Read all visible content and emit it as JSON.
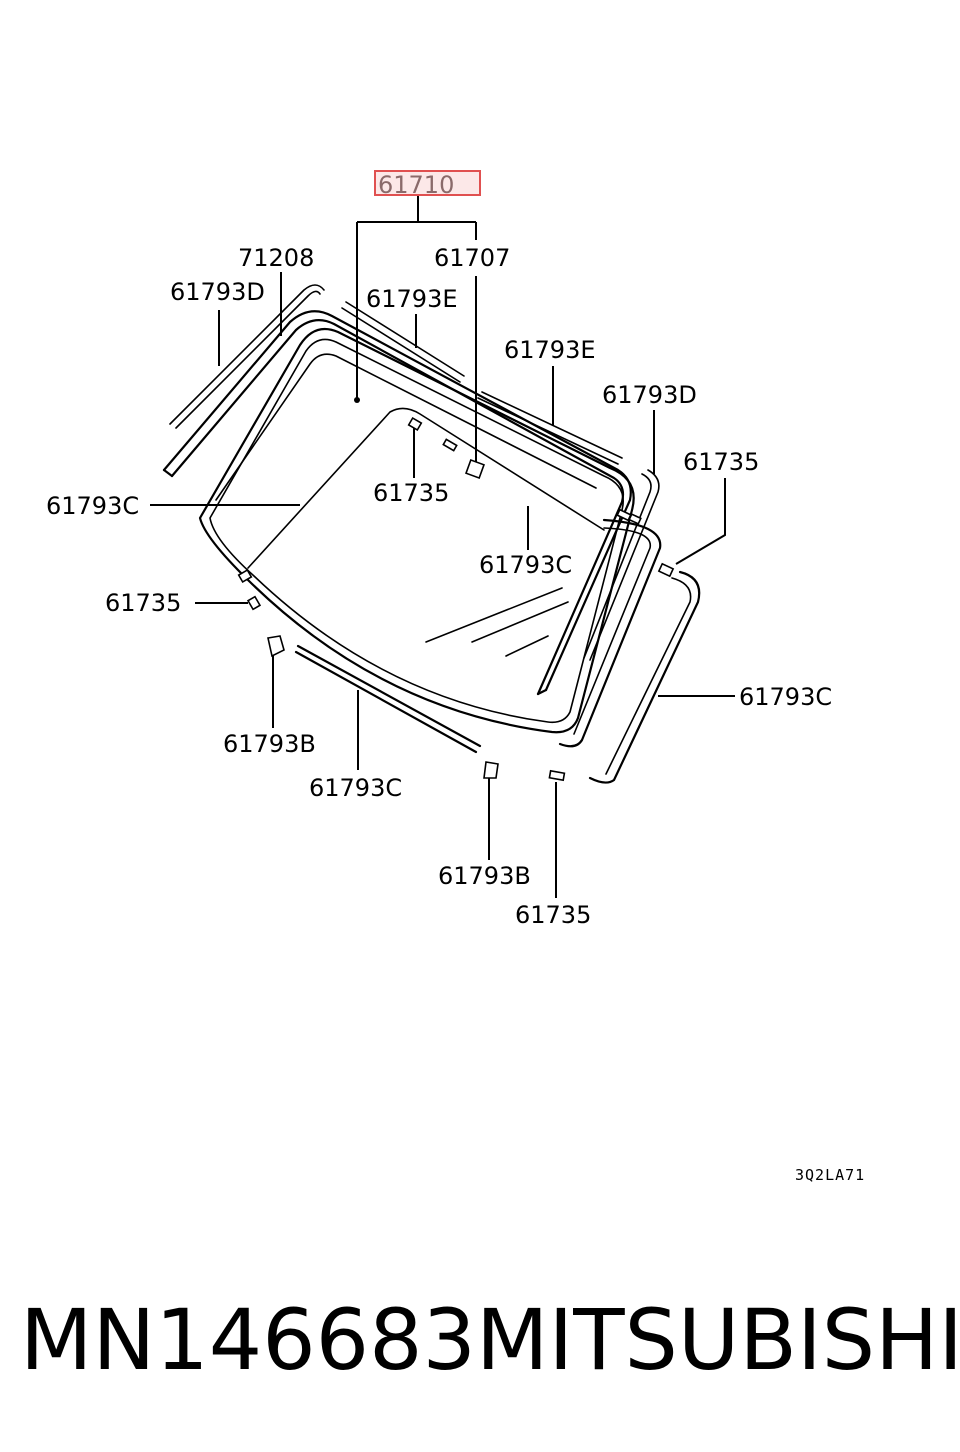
{
  "diagram": {
    "highlighted_callout": "61710",
    "callouts": {
      "c_71208": "71208",
      "c_61707": "61707",
      "c_61793D_left": "61793D",
      "c_61793E_top": "61793E",
      "c_61793E_right": "61793E",
      "c_61793D_right": "61793D",
      "c_61735_right": "61735",
      "c_61735_center": "61735",
      "c_61793C_left": "61793C",
      "c_61793C_center": "61793C",
      "c_61735_left": "61735",
      "c_61793C_right": "61793C",
      "c_61793B_left": "61793B",
      "c_61793C_bottom": "61793C",
      "c_61793B_bottom": "61793B",
      "c_61735_bottom": "61735"
    },
    "diagram_code": "3Q2LA71",
    "highlight_color": "#e05050"
  },
  "footer": {
    "part_number": "MN146683",
    "brand": "MITSUBISHI"
  }
}
